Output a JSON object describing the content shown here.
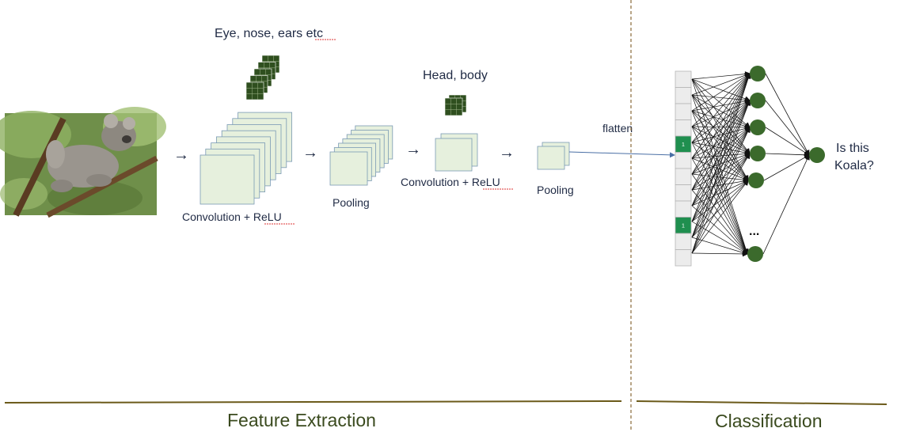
{
  "diagram": {
    "feature_maps_label": "Eye, nose, ears etc",
    "head_body_label": "Head, body",
    "conv1_label": "Convolution + ReLU",
    "pool1_label": "Pooling",
    "conv2_label": "Convolution + ReLU",
    "pool2_label": "Pooling",
    "flatten_label": "flatten",
    "output_label_line1": "Is this",
    "output_label_line2": "Koala?",
    "ellipsis": "...",
    "flatten_cell_value": "1",
    "image_subject": "koala",
    "arrow_glyph": "→"
  },
  "sections": {
    "feature_extraction": "Feature Extraction",
    "classification": "Classification"
  },
  "colors": {
    "feature_map_fill": "#e6f0dd",
    "feature_map_stroke": "#7a9ab5",
    "kernel_dark": "#2f4f1f",
    "neuron": "#3b6a2c",
    "flatten_active": "#1f8f4f",
    "section_line": "#6b5a1a",
    "section_text": "#3a4a1e",
    "text_navy": "#1f2a44"
  }
}
